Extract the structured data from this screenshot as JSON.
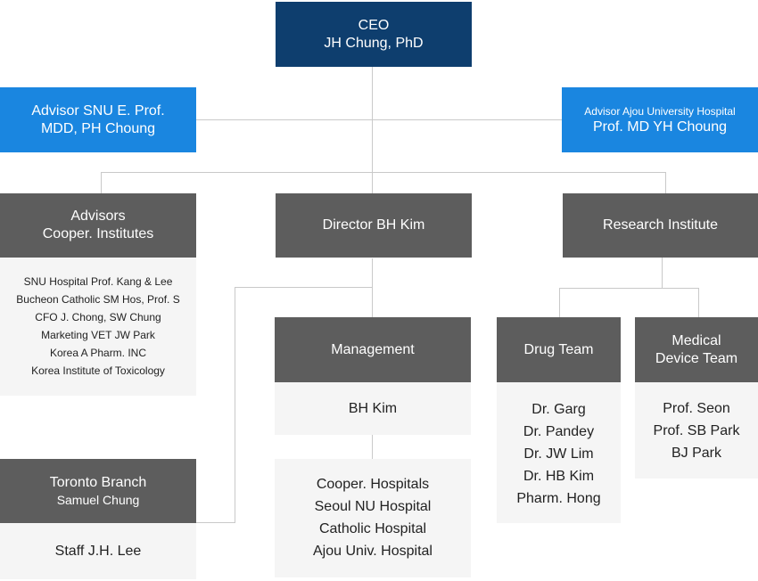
{
  "ceo": {
    "title": "CEO",
    "name": "JH Chung, PhD"
  },
  "advisor_left": {
    "line1": "Advisor SNU E. Prof.",
    "line2": "MDD, PH Choung"
  },
  "advisor_right": {
    "line1": "Advisor Ajou University Hospital",
    "line2": "Prof. MD YH Choung"
  },
  "advisors": {
    "title": "Advisors",
    "subtitle": "Cooper. Institutes",
    "members": [
      "SNU Hospital Prof.  Kang & Lee",
      "Bucheon Catholic SM Hos, Prof. S",
      "CFO J. Chong, SW Chung",
      "Marketing VET  JW Park",
      "Korea A Pharm. INC",
      "Korea Institute of Toxicology"
    ]
  },
  "director": {
    "title": "Director BH Kim"
  },
  "research": {
    "title": "Research Institute"
  },
  "management": {
    "title": "Management",
    "head": "BH Kim",
    "partners": [
      "Cooper. Hospitals",
      "Seoul NU Hospital",
      "Catholic Hospital",
      "Ajou Univ. Hospital"
    ]
  },
  "drug_team": {
    "title": "Drug Team",
    "members": [
      "Dr. Garg",
      "Dr. Pandey",
      "Dr. JW Lim",
      "Dr. HB Kim",
      "Pharm. Hong"
    ]
  },
  "device_team": {
    "line1": "Medical",
    "line2": "Device Team",
    "members": [
      "Prof. Seon",
      "Prof. SB Park",
      "BJ Park"
    ]
  },
  "toronto": {
    "title": "Toronto Branch",
    "name": "Samuel Chung",
    "staff": "Staff J.H. Lee"
  },
  "colors": {
    "navy": "#0e3e6e",
    "blue": "#1a86e0",
    "gray": "#5d5d5d",
    "panel": "#f5f5f5",
    "line": "#c9c9c9"
  }
}
